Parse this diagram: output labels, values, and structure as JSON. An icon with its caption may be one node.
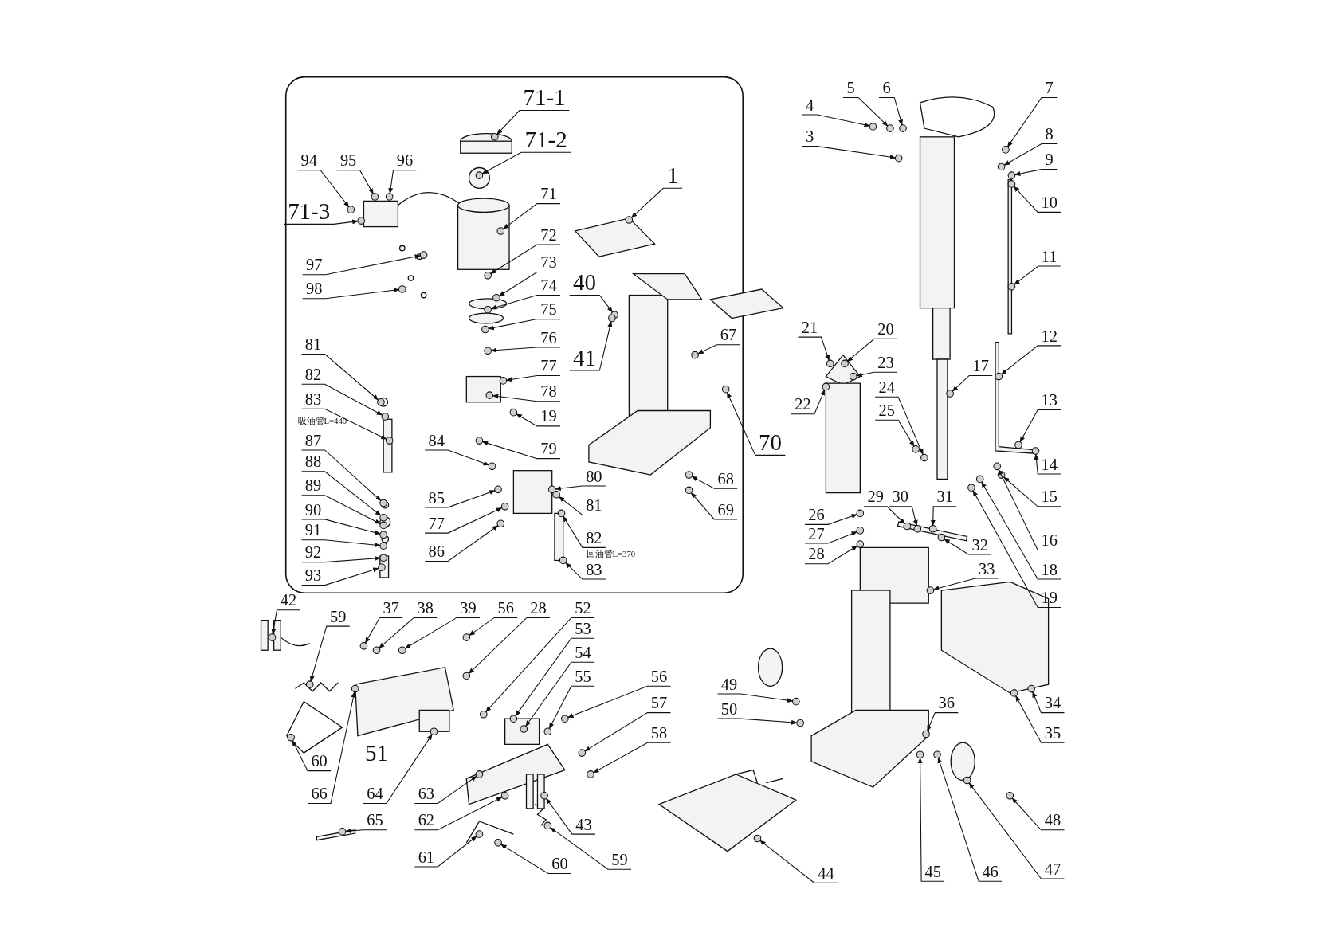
{
  "diagram": {
    "nodes": [
      {
        "text": [
          "71-1"
        ]
      },
      {
        "text": [
          "71-2"
        ]
      },
      {
        "text": [
          "94"
        ]
      },
      {
        "text": [
          "95"
        ]
      },
      {
        "text": [
          "96"
        ]
      },
      {
        "text": [
          "71-3"
        ]
      },
      {
        "text": [
          "71"
        ]
      },
      {
        "text": [
          "72"
        ]
      },
      {
        "text": [
          "97"
        ]
      },
      {
        "text": [
          "98"
        ]
      },
      {
        "text": [
          "73"
        ]
      },
      {
        "text": [
          "74"
        ]
      },
      {
        "text": [
          "75"
        ]
      },
      {
        "text": [
          "76"
        ]
      },
      {
        "text": [
          "77"
        ]
      },
      {
        "text": [
          "78"
        ]
      },
      {
        "text": [
          "19"
        ]
      },
      {
        "text": [
          "79"
        ]
      },
      {
        "text": [
          "84"
        ]
      },
      {
        "text": [
          "80"
        ]
      },
      {
        "text": [
          "85"
        ]
      },
      {
        "text": [
          "81"
        ]
      },
      {
        "text": [
          "77"
        ]
      },
      {
        "text": [
          "82"
        ]
      },
      {
        "text": [
          "86"
        ]
      },
      {
        "text": [
          "83"
        ]
      },
      {
        "text": [
          "81"
        ]
      },
      {
        "text": [
          "82"
        ]
      },
      {
        "text": [
          "83"
        ]
      },
      {
        "text": [
          "87"
        ]
      },
      {
        "text": [
          "88"
        ]
      },
      {
        "text": [
          "89"
        ]
      },
      {
        "text": [
          "90"
        ]
      },
      {
        "text": [
          "91"
        ]
      },
      {
        "text": [
          "92"
        ]
      },
      {
        "text": [
          "93"
        ]
      },
      {
        "text": [
          "1"
        ]
      },
      {
        "text": [
          "40"
        ]
      },
      {
        "text": [
          "41"
        ]
      },
      {
        "text": [
          "67"
        ]
      },
      {
        "text": [
          "70"
        ]
      },
      {
        "text": [
          "68"
        ]
      },
      {
        "text": [
          "69"
        ]
      },
      {
        "text": [
          "4"
        ]
      },
      {
        "text": [
          "5"
        ]
      },
      {
        "text": [
          "6"
        ]
      },
      {
        "text": [
          "7"
        ]
      },
      {
        "text": [
          "3"
        ]
      },
      {
        "text": [
          "8"
        ]
      },
      {
        "text": [
          "9"
        ]
      },
      {
        "text": [
          "10"
        ]
      },
      {
        "text": [
          "11"
        ]
      },
      {
        "text": [
          "12"
        ]
      },
      {
        "text": [
          "21"
        ]
      },
      {
        "text": [
          "20"
        ]
      },
      {
        "text": [
          "23"
        ]
      },
      {
        "text": [
          "22"
        ]
      },
      {
        "text": [
          "24"
        ]
      },
      {
        "text": [
          "25"
        ]
      },
      {
        "text": [
          "17"
        ]
      },
      {
        "text": [
          "13"
        ]
      },
      {
        "text": [
          "14"
        ]
      },
      {
        "text": [
          "15"
        ]
      },
      {
        "text": [
          "16"
        ]
      },
      {
        "text": [
          "18"
        ]
      },
      {
        "text": [
          "19"
        ]
      },
      {
        "text": [
          "26"
        ]
      },
      {
        "text": [
          "27"
        ]
      },
      {
        "text": [
          "28"
        ]
      },
      {
        "text": [
          "29"
        ]
      },
      {
        "text": [
          "30"
        ]
      },
      {
        "text": [
          "31"
        ]
      },
      {
        "text": [
          "32"
        ]
      },
      {
        "text": [
          "33"
        ]
      },
      {
        "text": [
          "34"
        ]
      },
      {
        "text": [
          "35"
        ]
      },
      {
        "text": [
          "36"
        ]
      },
      {
        "text": [
          "49"
        ]
      },
      {
        "text": [
          "50"
        ]
      },
      {
        "text": [
          "45"
        ]
      },
      {
        "text": [
          "46"
        ]
      },
      {
        "text": [
          "47"
        ]
      },
      {
        "text": [
          "48"
        ]
      },
      {
        "text": [
          "44"
        ]
      },
      {
        "text": [
          "42"
        ]
      },
      {
        "text": [
          "59"
        ]
      },
      {
        "text": [
          "37"
        ]
      },
      {
        "text": [
          "38"
        ]
      },
      {
        "text": [
          "39"
        ]
      },
      {
        "text": [
          "56"
        ]
      },
      {
        "text": [
          "28"
        ]
      },
      {
        "text": [
          "52"
        ]
      },
      {
        "text": [
          "53"
        ]
      },
      {
        "text": [
          "54"
        ]
      },
      {
        "text": [
          "55"
        ]
      },
      {
        "text": [
          "56"
        ]
      },
      {
        "text": [
          "57"
        ]
      },
      {
        "text": [
          "58"
        ]
      },
      {
        "text": [
          "60"
        ]
      },
      {
        "text": [
          "66"
        ]
      },
      {
        "text": [
          "64"
        ]
      },
      {
        "text": [
          "63"
        ]
      },
      {
        "text": [
          "62"
        ]
      },
      {
        "text": [
          "43"
        ]
      },
      {
        "text": [
          "65"
        ]
      },
      {
        "text": [
          "61"
        ]
      },
      {
        "text": [
          "60"
        ]
      },
      {
        "text": [
          "59"
        ]
      },
      {
        "text": [],
        "shape": "circle"
      },
      {
        "text": [],
        "shape": "circle"
      },
      {
        "text": [],
        "shape": "circle"
      },
      {
        "text": [],
        "shape": "circle"
      },
      {
        "text": [],
        "shape": "circle"
      },
      {
        "text": [],
        "shape": "circle"
      },
      {
        "text": [],
        "shape": "circle"
      },
      {
        "text": [],
        "shape": "circle"
      },
      {
        "text": [],
        "shape": "circle"
      },
      {
        "text": [],
        "shape": "circle"
      },
      {
        "text": [],
        "shape": "circle"
      },
      {
        "text": [],
        "shape": "circle"
      },
      {
        "text": [],
        "shape": "circle"
      },
      {
        "text": [],
        "shape": "circle"
      },
      {
        "text": [],
        "shape": "circle"
      },
      {
        "text": [],
        "shape": "circle"
      },
      {
        "text": [],
        "shape": "circle"
      },
      {
        "text": [],
        "shape": "circle"
      },
      {
        "text": [],
        "shape": "circle"
      },
      {
        "text": [],
        "shape": "circle"
      },
      {
        "text": [],
        "shape": "circle"
      },
      {
        "text": [],
        "shape": "circle"
      },
      {
        "text": [],
        "shape": "circle"
      },
      {
        "text": [],
        "shape": "circle"
      },
      {
        "text": [],
        "shape": "circle"
      },
      {
        "text": [],
        "shape": "circle"
      },
      {
        "text": [],
        "shape": "circle"
      },
      {
        "text": [],
        "shape": "circle"
      },
      {
        "text": [],
        "shape": "circle"
      },
      {
        "text": [],
        "shape": "circle"
      },
      {
        "text": [],
        "shape": "circle"
      },
      {
        "text": [],
        "shape": "circle"
      },
      {
        "text": [],
        "shape": "circle"
      },
      {
        "text": [],
        "shape": "circle"
      },
      {
        "text": [],
        "shape": "circle"
      },
      {
        "text": [],
        "shape": "circle"
      },
      {
        "text": [],
        "shape": "circle"
      },
      {
        "text": [],
        "shape": "circle"
      },
      {
        "text": [],
        "shape": "circle"
      },
      {
        "text": [],
        "shape": "circle"
      },
      {
        "text": [],
        "shape": "circle"
      },
      {
        "text": [],
        "shape": "circle"
      },
      {
        "text": [],
        "shape": "circle"
      },
      {
        "text": [],
        "shape": "circle"
      },
      {
        "text": [],
        "shape": "circle"
      },
      {
        "text": [],
        "shape": "circle"
      },
      {
        "text": [],
        "shape": "circle"
      },
      {
        "text": [],
        "shape": "circle"
      },
      {
        "text": [],
        "shape": "circle"
      },
      {
        "text": [],
        "shape": "circle"
      },
      {
        "text": [],
        "shape": "circle"
      },
      {
        "text": [],
        "shape": "circle"
      },
      {
        "text": [],
        "shape": "circle"
      },
      {
        "text": [],
        "shape": "circle"
      },
      {
        "text": [],
        "shape": "circle"
      },
      {
        "text": [],
        "shape": "circle"
      },
      {
        "text": [],
        "shape": "circle"
      },
      {
        "text": [],
        "shape": "circle"
      },
      {
        "text": [],
        "shape": "circle"
      },
      {
        "text": [],
        "shape": "circle"
      },
      {
        "text": [],
        "shape": "circle"
      },
      {
        "text": [],
        "shape": "circle"
      },
      {
        "text": [],
        "shape": "circle"
      },
      {
        "text": [],
        "shape": "circle"
      },
      {
        "text": [],
        "shape": "circle"
      },
      {
        "text": [],
        "shape": "circle"
      },
      {
        "text": [],
        "shape": "circle"
      },
      {
        "text": [],
        "shape": "circle"
      },
      {
        "text": [],
        "shape": "circle"
      },
      {
        "text": [],
        "shape": "circle"
      },
      {
        "text": [],
        "shape": "circle"
      },
      {
        "text": [],
        "shape": "circle"
      },
      {
        "text": [],
        "shape": "circle"
      },
      {
        "text": [],
        "shape": "circle"
      },
      {
        "text": [],
        "shape": "circle"
      },
      {
        "text": [],
        "shape": "circle"
      },
      {
        "text": [],
        "shape": "circle"
      },
      {
        "text": [],
        "shape": "circle"
      },
      {
        "text": [],
        "shape": "circle"
      },
      {
        "text": [],
        "shape": "circle"
      },
      {
        "text": [],
        "shape": "circle"
      },
      {
        "text": [],
        "shape": "circle"
      },
      {
        "text": [],
        "shape": "circle"
      },
      {
        "text": [],
        "shape": "circle"
      },
      {
        "text": [],
        "shape": "circle"
      },
      {
        "text": [],
        "shape": "circle"
      },
      {
        "text": [],
        "shape": "circle"
      },
      {
        "text": [],
        "shape": "circle"
      },
      {
        "text": [],
        "shape": "circle"
      },
      {
        "text": [],
        "shape": "circle"
      },
      {
        "text": [],
        "shape": "circle"
      },
      {
        "text": [],
        "shape": "circle"
      },
      {
        "text": [],
        "shape": "circle"
      },
      {
        "text": [],
        "shape": "circle"
      },
      {
        "text": [],
        "shape": "circle"
      },
      {
        "text": [],
        "shape": "circle"
      },
      {
        "text": [],
        "shape": "circle"
      },
      {
        "text": [],
        "shape": "circle"
      },
      {
        "text": [],
        "shape": "circle"
      },
      {
        "text": [],
        "shape": "circle"
      },
      {
        "text": [],
        "shape": "circle"
      },
      {
        "text": [],
        "shape": "circle"
      },
      {
        "text": [],
        "shape": "circle"
      },
      {
        "text": [],
        "shape": "circle"
      },
      {
        "text": [],
        "shape": "circle"
      },
      {
        "text": [],
        "shape": "circle"
      },
      {
        "text": [],
        "shape": "circle"
      },
      {
        "text": [],
        "shape": "circle"
      }
    ],
    "edges": [
      {
        "from": 0,
        "to": 108,
        "arrow": "to"
      },
      {
        "from": 1,
        "to": 109,
        "arrow": "to"
      },
      {
        "from": 2,
        "to": 110,
        "arrow": "to"
      },
      {
        "from": 3,
        "to": 111,
        "arrow": "to"
      },
      {
        "from": 4,
        "to": 112,
        "arrow": "to"
      },
      {
        "from": 5,
        "to": 113,
        "arrow": "to"
      },
      {
        "from": 6,
        "to": 114,
        "arrow": "to"
      },
      {
        "from": 7,
        "to": 115,
        "arrow": "to"
      },
      {
        "from": 8,
        "to": 116,
        "arrow": "to"
      },
      {
        "from": 9,
        "to": 117,
        "arrow": "to"
      },
      {
        "from": 10,
        "to": 118,
        "arrow": "to"
      },
      {
        "from": 11,
        "to": 119,
        "arrow": "to"
      },
      {
        "from": 12,
        "to": 120,
        "arrow": "to"
      },
      {
        "from": 13,
        "to": 121,
        "arrow": "to"
      },
      {
        "from": 14,
        "to": 122,
        "arrow": "to"
      },
      {
        "from": 15,
        "to": 123,
        "arrow": "to"
      },
      {
        "from": 16,
        "to": 124,
        "arrow": "to"
      },
      {
        "from": 17,
        "to": 125,
        "arrow": "to"
      },
      {
        "from": 18,
        "to": 126,
        "arrow": "to"
      },
      {
        "from": 19,
        "to": 127,
        "arrow": "to"
      },
      {
        "from": 20,
        "to": 128,
        "arrow": "to"
      },
      {
        "from": 21,
        "to": 129,
        "arrow": "to"
      },
      {
        "from": 22,
        "to": 130,
        "arrow": "to"
      },
      {
        "from": 23,
        "to": 131,
        "arrow": "to"
      },
      {
        "from": 24,
        "to": 132,
        "arrow": "to"
      },
      {
        "from": 25,
        "to": 133,
        "arrow": "to"
      },
      {
        "from": 26,
        "to": 134,
        "arrow": "to"
      },
      {
        "from": 27,
        "to": 135,
        "arrow": "to"
      },
      {
        "from": 28,
        "to": 136,
        "arrow": "to"
      },
      {
        "from": 29,
        "to": 137,
        "arrow": "to"
      },
      {
        "from": 30,
        "to": 138,
        "arrow": "to"
      },
      {
        "from": 31,
        "to": 139,
        "arrow": "to"
      },
      {
        "from": 32,
        "to": 140,
        "arrow": "to"
      },
      {
        "from": 33,
        "to": 141,
        "arrow": "to"
      },
      {
        "from": 34,
        "to": 142,
        "arrow": "to"
      },
      {
        "from": 35,
        "to": 143,
        "arrow": "to"
      },
      {
        "from": 36,
        "to": 144,
        "arrow": "to"
      },
      {
        "from": 37,
        "to": 145,
        "arrow": "to"
      },
      {
        "from": 38,
        "to": 146,
        "arrow": "to"
      },
      {
        "from": 39,
        "to": 147,
        "arrow": "to"
      },
      {
        "from": 40,
        "to": 148,
        "arrow": "to"
      },
      {
        "from": 41,
        "to": 149,
        "arrow": "to"
      },
      {
        "from": 42,
        "to": 150,
        "arrow": "to"
      },
      {
        "from": 43,
        "to": 151,
        "arrow": "to"
      },
      {
        "from": 44,
        "to": 152,
        "arrow": "to"
      },
      {
        "from": 45,
        "to": 153,
        "arrow": "to"
      },
      {
        "from": 46,
        "to": 154,
        "arrow": "to"
      },
      {
        "from": 47,
        "to": 155,
        "arrow": "to"
      },
      {
        "from": 48,
        "to": 156,
        "arrow": "to"
      },
      {
        "from": 49,
        "to": 157,
        "arrow": "to"
      },
      {
        "from": 50,
        "to": 158,
        "arrow": "to"
      },
      {
        "from": 51,
        "to": 159,
        "arrow": "to"
      },
      {
        "from": 52,
        "to": 160,
        "arrow": "to"
      },
      {
        "from": 53,
        "to": 161,
        "arrow": "to"
      },
      {
        "from": 54,
        "to": 162,
        "arrow": "to"
      },
      {
        "from": 55,
        "to": 163,
        "arrow": "to"
      },
      {
        "from": 56,
        "to": 164,
        "arrow": "to"
      },
      {
        "from": 57,
        "to": 165,
        "arrow": "to"
      },
      {
        "from": 58,
        "to": 166,
        "arrow": "to"
      },
      {
        "from": 59,
        "to": 167,
        "arrow": "to"
      },
      {
        "from": 60,
        "to": 168,
        "arrow": "to"
      },
      {
        "from": 61,
        "to": 169,
        "arrow": "to"
      },
      {
        "from": 62,
        "to": 170,
        "arrow": "to"
      },
      {
        "from": 63,
        "to": 171,
        "arrow": "to"
      },
      {
        "from": 64,
        "to": 172,
        "arrow": "to"
      },
      {
        "from": 65,
        "to": 173,
        "arrow": "to"
      },
      {
        "from": 66,
        "to": 174,
        "arrow": "to"
      },
      {
        "from": 67,
        "to": 175,
        "arrow": "to"
      },
      {
        "from": 68,
        "to": 176,
        "arrow": "to"
      },
      {
        "from": 69,
        "to": 177,
        "arrow": "to"
      },
      {
        "from": 70,
        "to": 178,
        "arrow": "to"
      },
      {
        "from": 71,
        "to": 179,
        "arrow": "to"
      },
      {
        "from": 72,
        "to": 180,
        "arrow": "to"
      },
      {
        "from": 73,
        "to": 181,
        "arrow": "to"
      },
      {
        "from": 74,
        "to": 182,
        "arrow": "to"
      },
      {
        "from": 75,
        "to": 183,
        "arrow": "to"
      },
      {
        "from": 76,
        "to": 184,
        "arrow": "to"
      },
      {
        "from": 77,
        "to": 185,
        "arrow": "to"
      },
      {
        "from": 78,
        "to": 186,
        "arrow": "to"
      },
      {
        "from": 79,
        "to": 187,
        "arrow": "to"
      },
      {
        "from": 80,
        "to": 188,
        "arrow": "to"
      },
      {
        "from": 81,
        "to": 189,
        "arrow": "to"
      },
      {
        "from": 82,
        "to": 190,
        "arrow": "to"
      },
      {
        "from": 83,
        "to": 191,
        "arrow": "to"
      },
      {
        "from": 84,
        "to": 192,
        "arrow": "to"
      },
      {
        "from": 85,
        "to": 193,
        "arrow": "to"
      },
      {
        "from": 86,
        "to": 194,
        "arrow": "to"
      },
      {
        "from": 87,
        "to": 195,
        "arrow": "to"
      },
      {
        "from": 88,
        "to": 196,
        "arrow": "to"
      },
      {
        "from": 89,
        "to": 197,
        "arrow": "to"
      },
      {
        "from": 90,
        "to": 198,
        "arrow": "to"
      },
      {
        "from": 91,
        "to": 199,
        "arrow": "to"
      },
      {
        "from": 92,
        "to": 200,
        "arrow": "to"
      },
      {
        "from": 93,
        "to": 201,
        "arrow": "to"
      },
      {
        "from": 94,
        "to": 202,
        "arrow": "to"
      },
      {
        "from": 95,
        "to": 203,
        "arrow": "to"
      },
      {
        "from": 96,
        "to": 204,
        "arrow": "to"
      },
      {
        "from": 97,
        "to": 205,
        "arrow": "to"
      },
      {
        "from": 98,
        "to": 206,
        "arrow": "to"
      },
      {
        "from": 99,
        "to": 207,
        "arrow": "to"
      },
      {
        "from": 100,
        "to": 208,
        "arrow": "to"
      },
      {
        "from": 101,
        "to": 209,
        "arrow": "to"
      },
      {
        "from": 102,
        "to": 210,
        "arrow": "to"
      },
      {
        "from": 103,
        "to": 211,
        "arrow": "to"
      },
      {
        "from": 104,
        "to": 212,
        "arrow": "to"
      },
      {
        "from": 105,
        "to": 213,
        "arrow": "to"
      },
      {
        "from": 106,
        "to": 214,
        "arrow": "to"
      },
      {
        "from": 107,
        "to": 215,
        "arrow": "to"
      }
    ],
    "labels": [
      "吸油管L=440",
      "回油管L=370",
      "51"
    ]
  }
}
